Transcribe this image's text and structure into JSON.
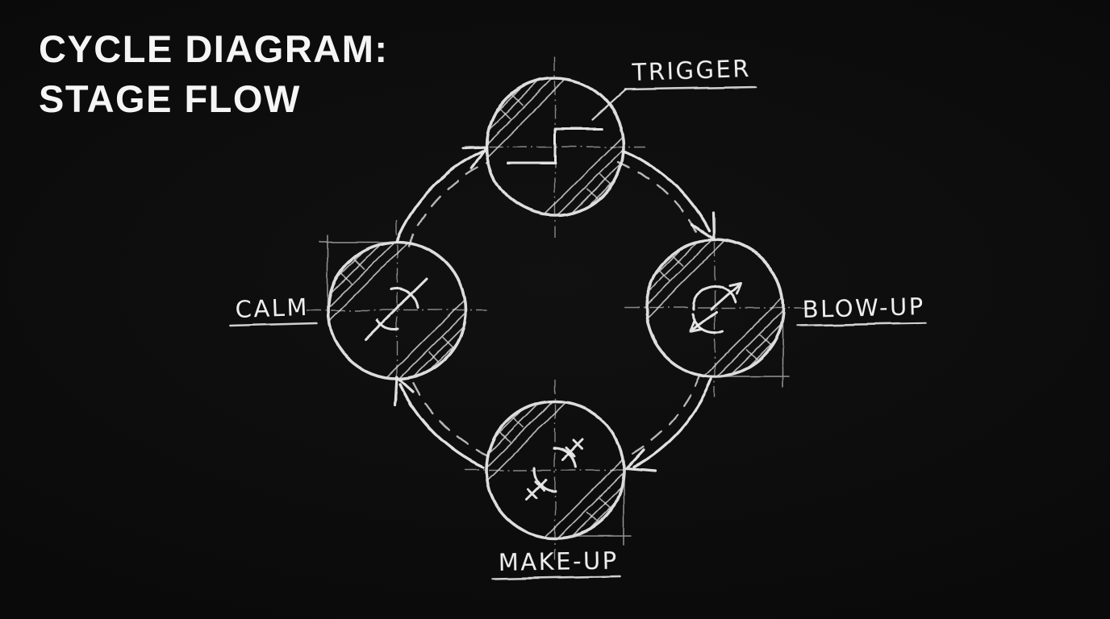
{
  "title": {
    "line1": "CYCLE DIAGRAM:",
    "line2": "STAGE FLOW"
  },
  "diagram": {
    "type": "cycle",
    "direction": "clockwise",
    "stages": [
      {
        "label": "TRIGGER",
        "position": "top",
        "glyph": "step-signal"
      },
      {
        "label": "BLOW-UP",
        "position": "right",
        "glyph": "diverging-arrows"
      },
      {
        "label": "MAKE-UP",
        "position": "bottom",
        "glyph": "crossed-ticks"
      },
      {
        "label": "CALM",
        "position": "left",
        "glyph": "needle-balance"
      }
    ],
    "flow_order": [
      "TRIGGER",
      "BLOW-UP",
      "MAKE-UP",
      "CALM",
      "TRIGGER"
    ]
  },
  "colors": {
    "background": "#0b0b0b",
    "chalk": "#e9e9e9"
  }
}
